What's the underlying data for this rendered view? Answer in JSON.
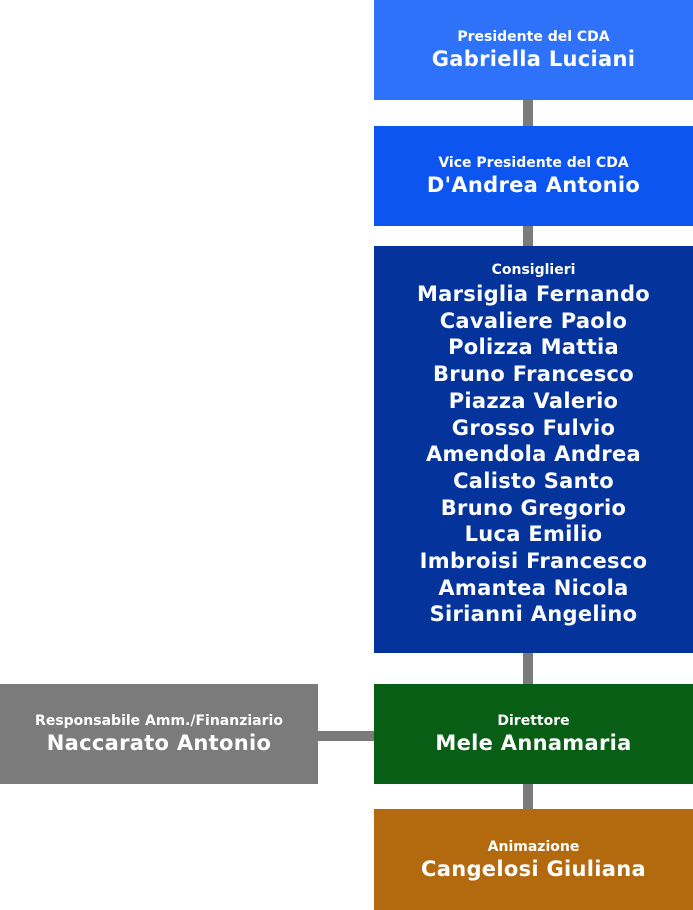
{
  "colors": {
    "presidente": "#2d72f9",
    "vice": "#0c55f0",
    "consiglieri": "#04339c",
    "direttore": "#075e14",
    "responsabile": "#7b7b7b",
    "animazione": "#b3690e",
    "connector": "#7b7b7b"
  },
  "presidente": {
    "role": "Presidente del CDA",
    "name": "Gabriella Luciani"
  },
  "vice": {
    "role": "Vice Presidente del CDA",
    "name": "D'Andrea Antonio"
  },
  "consiglieri": {
    "role": "Consiglieri",
    "members": [
      "Marsiglia Fernando",
      "Cavaliere Paolo",
      "Polizza Mattia",
      "Bruno Francesco",
      "Piazza Valerio",
      "Grosso Fulvio",
      "Amendola Andrea",
      "Calisto Santo",
      "Bruno Gregorio",
      "Luca Emilio",
      "Imbroisi Francesco",
      "Amantea Nicola",
      "Sirianni Angelino"
    ]
  },
  "direttore": {
    "role": "Direttore",
    "name": "Mele Annamaria"
  },
  "responsabile": {
    "role": "Responsabile Amm./Finanziario",
    "name": "Naccarato Antonio"
  },
  "animazione": {
    "role": "Animazione",
    "name": "Cangelosi Giuliana"
  }
}
